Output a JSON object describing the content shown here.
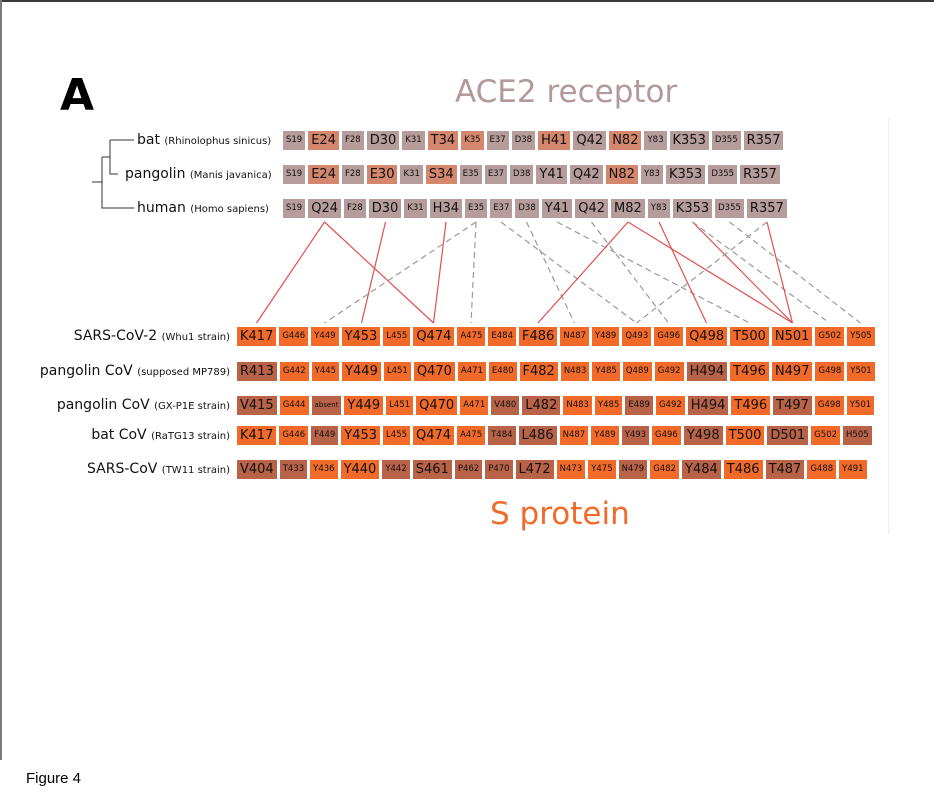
{
  "panel_letter": "A",
  "receptor_title": "ACE2 receptor",
  "protein_title": "S protein",
  "figure_caption": "Figure 4",
  "colors": {
    "ace_grey": "#b79c9c",
    "ace_highlight": "#d4876c",
    "s_bright": "#f26a2a",
    "s_dark": "#b86248",
    "conserved_line": "#9a9a9a",
    "variable_line": "#e05050"
  },
  "ace2_rows": [
    {
      "name": "bat",
      "species": "(Rhinolophus sinicus)",
      "cells": [
        {
          "t": "S19",
          "s": "small",
          "c": "grey"
        },
        {
          "t": "E24",
          "s": "big",
          "c": "hl"
        },
        {
          "t": "F28",
          "s": "small",
          "c": "grey"
        },
        {
          "t": "D30",
          "s": "big",
          "c": "grey"
        },
        {
          "t": "K31",
          "s": "small",
          "c": "grey"
        },
        {
          "t": "T34",
          "s": "big",
          "c": "hl"
        },
        {
          "t": "K35",
          "s": "small",
          "c": "hl"
        },
        {
          "t": "E37",
          "s": "small",
          "c": "grey"
        },
        {
          "t": "D38",
          "s": "small",
          "c": "grey"
        },
        {
          "t": "H41",
          "s": "big",
          "c": "hl"
        },
        {
          "t": "Q42",
          "s": "big",
          "c": "grey"
        },
        {
          "t": "N82",
          "s": "big",
          "c": "hl"
        },
        {
          "t": "Y83",
          "s": "small",
          "c": "grey"
        },
        {
          "t": "K353",
          "s": "big",
          "c": "grey"
        },
        {
          "t": "D355",
          "s": "small",
          "c": "grey"
        },
        {
          "t": "R357",
          "s": "big",
          "c": "grey"
        }
      ]
    },
    {
      "name": "pangolin",
      "species": "(Manis javanica)",
      "cells": [
        {
          "t": "S19",
          "s": "small",
          "c": "grey"
        },
        {
          "t": "E24",
          "s": "big",
          "c": "hl"
        },
        {
          "t": "F28",
          "s": "small",
          "c": "grey"
        },
        {
          "t": "E30",
          "s": "big",
          "c": "hl"
        },
        {
          "t": "K31",
          "s": "small",
          "c": "grey"
        },
        {
          "t": "S34",
          "s": "big",
          "c": "hl"
        },
        {
          "t": "E35",
          "s": "small",
          "c": "grey"
        },
        {
          "t": "E37",
          "s": "small",
          "c": "grey"
        },
        {
          "t": "D38",
          "s": "small",
          "c": "grey"
        },
        {
          "t": "Y41",
          "s": "big",
          "c": "grey"
        },
        {
          "t": "Q42",
          "s": "big",
          "c": "grey"
        },
        {
          "t": "N82",
          "s": "big",
          "c": "hl"
        },
        {
          "t": "Y83",
          "s": "small",
          "c": "grey"
        },
        {
          "t": "K353",
          "s": "big",
          "c": "grey"
        },
        {
          "t": "D355",
          "s": "small",
          "c": "grey"
        },
        {
          "t": "R357",
          "s": "big",
          "c": "grey"
        }
      ]
    },
    {
      "name": "human",
      "species": "(Homo sapiens)",
      "cells": [
        {
          "t": "S19",
          "s": "small",
          "c": "grey"
        },
        {
          "t": "Q24",
          "s": "big",
          "c": "grey"
        },
        {
          "t": "F28",
          "s": "small",
          "c": "grey"
        },
        {
          "t": "D30",
          "s": "big",
          "c": "grey"
        },
        {
          "t": "K31",
          "s": "small",
          "c": "grey"
        },
        {
          "t": "H34",
          "s": "big",
          "c": "grey"
        },
        {
          "t": "E35",
          "s": "small",
          "c": "grey"
        },
        {
          "t": "E37",
          "s": "small",
          "c": "grey"
        },
        {
          "t": "D38",
          "s": "small",
          "c": "grey"
        },
        {
          "t": "Y41",
          "s": "big",
          "c": "grey"
        },
        {
          "t": "Q42",
          "s": "big",
          "c": "grey"
        },
        {
          "t": "M82",
          "s": "big",
          "c": "grey"
        },
        {
          "t": "Y83",
          "s": "small",
          "c": "grey"
        },
        {
          "t": "K353",
          "s": "big",
          "c": "grey"
        },
        {
          "t": "D355",
          "s": "small",
          "c": "grey"
        },
        {
          "t": "R357",
          "s": "big",
          "c": "grey"
        }
      ]
    }
  ],
  "s_rows": [
    {
      "name": "SARS-CoV-2",
      "strain": "(Whu1 strain)",
      "cells": [
        {
          "t": "K417",
          "s": "big",
          "c": "bright"
        },
        {
          "t": "G446",
          "s": "small",
          "c": "bright"
        },
        {
          "t": "Y449",
          "s": "small",
          "c": "bright"
        },
        {
          "t": "Y453",
          "s": "big",
          "c": "bright"
        },
        {
          "t": "L455",
          "s": "small",
          "c": "bright"
        },
        {
          "t": "Q474",
          "s": "big",
          "c": "bright"
        },
        {
          "t": "A475",
          "s": "small",
          "c": "bright"
        },
        {
          "t": "E484",
          "s": "small",
          "c": "bright"
        },
        {
          "t": "F486",
          "s": "big",
          "c": "bright"
        },
        {
          "t": "N487",
          "s": "small",
          "c": "bright"
        },
        {
          "t": "Y489",
          "s": "small",
          "c": "bright"
        },
        {
          "t": "Q493",
          "s": "small",
          "c": "bright"
        },
        {
          "t": "G496",
          "s": "small",
          "c": "bright"
        },
        {
          "t": "Q498",
          "s": "big",
          "c": "bright"
        },
        {
          "t": "T500",
          "s": "big",
          "c": "bright"
        },
        {
          "t": "N501",
          "s": "big",
          "c": "bright"
        },
        {
          "t": "G502",
          "s": "small",
          "c": "bright"
        },
        {
          "t": "Y505",
          "s": "small",
          "c": "bright"
        }
      ]
    },
    {
      "name": "pangolin CoV",
      "strain": "(supposed MP789)",
      "cells": [
        {
          "t": "R413",
          "s": "big",
          "c": "dark"
        },
        {
          "t": "G442",
          "s": "small",
          "c": "bright"
        },
        {
          "t": "Y445",
          "s": "small",
          "c": "bright"
        },
        {
          "t": "Y449",
          "s": "big",
          "c": "bright"
        },
        {
          "t": "L451",
          "s": "small",
          "c": "bright"
        },
        {
          "t": "Q470",
          "s": "big",
          "c": "bright"
        },
        {
          "t": "A471",
          "s": "small",
          "c": "bright"
        },
        {
          "t": "E480",
          "s": "small",
          "c": "bright"
        },
        {
          "t": "F482",
          "s": "big",
          "c": "bright"
        },
        {
          "t": "N483",
          "s": "small",
          "c": "bright"
        },
        {
          "t": "Y485",
          "s": "small",
          "c": "bright"
        },
        {
          "t": "Q489",
          "s": "small",
          "c": "bright"
        },
        {
          "t": "G492",
          "s": "small",
          "c": "bright"
        },
        {
          "t": "H494",
          "s": "big",
          "c": "dark"
        },
        {
          "t": "T496",
          "s": "big",
          "c": "bright"
        },
        {
          "t": "N497",
          "s": "big",
          "c": "bright"
        },
        {
          "t": "G498",
          "s": "small",
          "c": "bright"
        },
        {
          "t": "Y501",
          "s": "small",
          "c": "bright"
        }
      ]
    },
    {
      "name": "pangolin CoV",
      "strain": "(GX-P1E strain)",
      "cells": [
        {
          "t": "V415",
          "s": "big",
          "c": "dark"
        },
        {
          "t": "G444",
          "s": "small",
          "c": "bright"
        },
        {
          "t": "absent",
          "s": "tiny",
          "c": "dark"
        },
        {
          "t": "Y449",
          "s": "big",
          "c": "bright"
        },
        {
          "t": "L451",
          "s": "small",
          "c": "bright"
        },
        {
          "t": "Q470",
          "s": "big",
          "c": "bright"
        },
        {
          "t": "A471",
          "s": "small",
          "c": "bright"
        },
        {
          "t": "V480",
          "s": "small",
          "c": "dark"
        },
        {
          "t": "L482",
          "s": "big",
          "c": "dark"
        },
        {
          "t": "N483",
          "s": "small",
          "c": "bright"
        },
        {
          "t": "Y485",
          "s": "small",
          "c": "bright"
        },
        {
          "t": "E489",
          "s": "small",
          "c": "dark"
        },
        {
          "t": "G492",
          "s": "small",
          "c": "bright"
        },
        {
          "t": "H494",
          "s": "big",
          "c": "dark"
        },
        {
          "t": "T496",
          "s": "big",
          "c": "bright"
        },
        {
          "t": "T497",
          "s": "big",
          "c": "dark"
        },
        {
          "t": "G498",
          "s": "small",
          "c": "bright"
        },
        {
          "t": "Y501",
          "s": "small",
          "c": "bright"
        }
      ]
    },
    {
      "name": "bat CoV",
      "strain": "(RaTG13 strain)",
      "cells": [
        {
          "t": "K417",
          "s": "big",
          "c": "bright"
        },
        {
          "t": "G446",
          "s": "small",
          "c": "bright"
        },
        {
          "t": "F449",
          "s": "small",
          "c": "dark"
        },
        {
          "t": "Y453",
          "s": "big",
          "c": "bright"
        },
        {
          "t": "L455",
          "s": "small",
          "c": "bright"
        },
        {
          "t": "Q474",
          "s": "big",
          "c": "bright"
        },
        {
          "t": "A475",
          "s": "small",
          "c": "bright"
        },
        {
          "t": "T484",
          "s": "small",
          "c": "dark"
        },
        {
          "t": "L486",
          "s": "big",
          "c": "dark"
        },
        {
          "t": "N487",
          "s": "small",
          "c": "bright"
        },
        {
          "t": "Y489",
          "s": "small",
          "c": "bright"
        },
        {
          "t": "Y493",
          "s": "small",
          "c": "dark"
        },
        {
          "t": "G496",
          "s": "small",
          "c": "bright"
        },
        {
          "t": "Y498",
          "s": "big",
          "c": "dark"
        },
        {
          "t": "T500",
          "s": "big",
          "c": "bright"
        },
        {
          "t": "D501",
          "s": "big",
          "c": "dark"
        },
        {
          "t": "G502",
          "s": "small",
          "c": "bright"
        },
        {
          "t": "H505",
          "s": "small",
          "c": "dark"
        }
      ]
    },
    {
      "name": "SARS-CoV",
      "strain": "(TW11 strain)",
      "cells": [
        {
          "t": "V404",
          "s": "big",
          "c": "dark"
        },
        {
          "t": "T433",
          "s": "small",
          "c": "dark"
        },
        {
          "t": "Y436",
          "s": "small",
          "c": "bright"
        },
        {
          "t": "Y440",
          "s": "big",
          "c": "bright"
        },
        {
          "t": "Y442",
          "s": "small",
          "c": "dark"
        },
        {
          "t": "S461",
          "s": "big",
          "c": "dark"
        },
        {
          "t": "P462",
          "s": "small",
          "c": "dark"
        },
        {
          "t": "P470",
          "s": "small",
          "c": "dark"
        },
        {
          "t": "L472",
          "s": "big",
          "c": "dark"
        },
        {
          "t": "N473",
          "s": "small",
          "c": "bright"
        },
        {
          "t": "Y475",
          "s": "small",
          "c": "bright"
        },
        {
          "t": "N479",
          "s": "small",
          "c": "dark"
        },
        {
          "t": "G482",
          "s": "small",
          "c": "bright"
        },
        {
          "t": "Y484",
          "s": "big",
          "c": "dark"
        },
        {
          "t": "T486",
          "s": "big",
          "c": "bright"
        },
        {
          "t": "T487",
          "s": "big",
          "c": "dark"
        },
        {
          "t": "G488",
          "s": "small",
          "c": "bright"
        },
        {
          "t": "Y491",
          "s": "small",
          "c": "bright"
        }
      ]
    }
  ],
  "contacts": [
    {
      "ace": 1,
      "s": 0,
      "type": "variable"
    },
    {
      "ace": 1,
      "s": 5,
      "type": "variable"
    },
    {
      "ace": 3,
      "s": 3,
      "type": "variable"
    },
    {
      "ace": 5,
      "s": 5,
      "type": "variable"
    },
    {
      "ace": 6,
      "s": 2,
      "type": "conserved"
    },
    {
      "ace": 6,
      "s": 6,
      "type": "conserved"
    },
    {
      "ace": 7,
      "s": 11,
      "type": "conserved"
    },
    {
      "ace": 8,
      "s": 9,
      "type": "conserved"
    },
    {
      "ace": 9,
      "s": 14,
      "type": "conserved"
    },
    {
      "ace": 10,
      "s": 12,
      "type": "conserved"
    },
    {
      "ace": 11,
      "s": 8,
      "type": "variable"
    },
    {
      "ace": 11,
      "s": 15,
      "type": "variable"
    },
    {
      "ace": 12,
      "s": 13,
      "type": "variable"
    },
    {
      "ace": 13,
      "s": 15,
      "type": "variable"
    },
    {
      "ace": 13,
      "s": 16,
      "type": "conserved"
    },
    {
      "ace": 14,
      "s": 17,
      "type": "conserved"
    },
    {
      "ace": 15,
      "s": 15,
      "type": "variable"
    },
    {
      "ace": 15,
      "s": 11,
      "type": "conserved"
    }
  ]
}
